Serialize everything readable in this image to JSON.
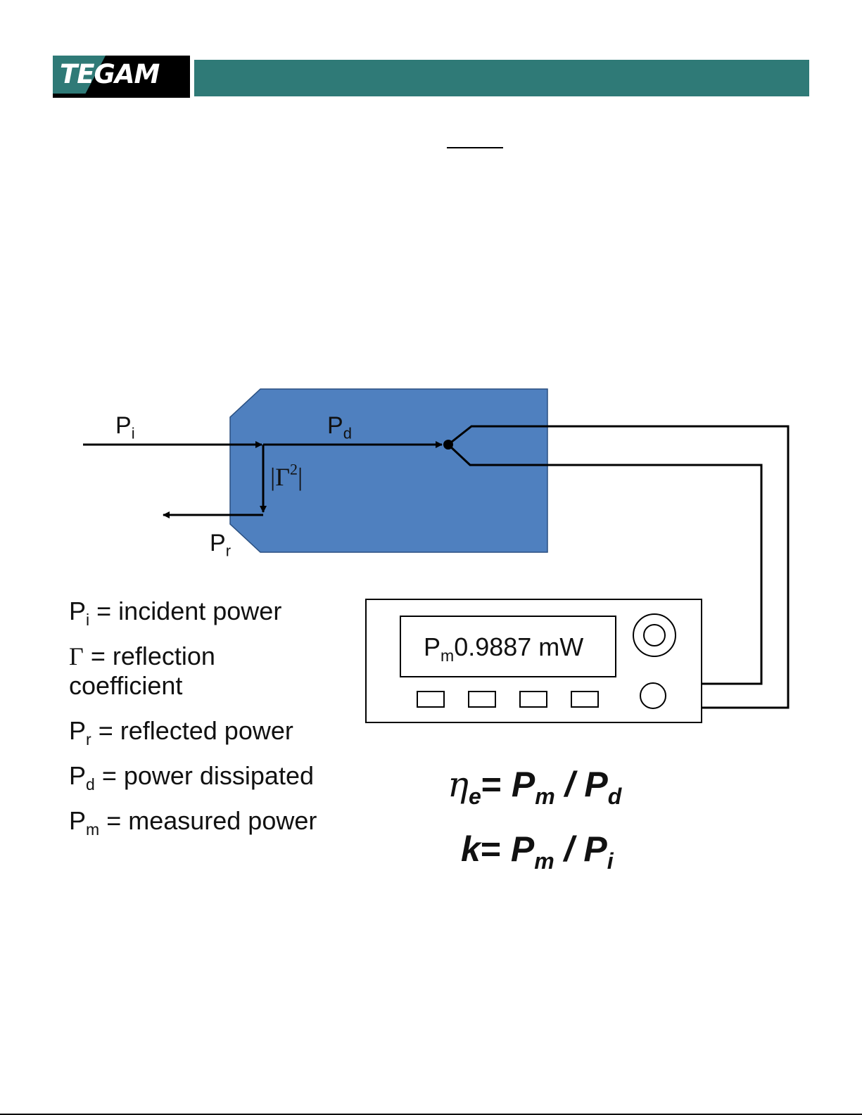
{
  "header": {
    "logo_text": "TEGAM",
    "colors": {
      "brand_teal": "#2f7a77",
      "logo_black": "#000000"
    }
  },
  "diagram": {
    "colors": {
      "sensor_block": "#4f80bf",
      "lines": "#000000"
    },
    "labels": {
      "pi_base": "P",
      "pi_sub": "i",
      "pd_base": "P",
      "pd_sub": "d",
      "pr_base": "P",
      "pr_sub": "r",
      "gamma_left": "|Γ",
      "gamma_sup": "2",
      "gamma_right": "|"
    },
    "meter": {
      "display_base": "P",
      "display_sub": "m",
      "display_value": "0.9887 mW"
    }
  },
  "legend": [
    {
      "base": "P",
      "sub": "i",
      "text": " = incident power"
    },
    {
      "base": "Γ",
      "sub": "",
      "text": " = reflection coefficient"
    },
    {
      "base": "P",
      "sub": "r",
      "text": " = reflected power"
    },
    {
      "base": "P",
      "sub": "d",
      "text": " = power dissipated"
    },
    {
      "base": "P",
      "sub": "m",
      "text": " = measured power"
    }
  ],
  "formulas": {
    "efficiency": {
      "lhs": "η",
      "lhs_sub": "e",
      "eq": "= ",
      "num": "P",
      "num_sub": "m",
      "div": " / ",
      "den": "P",
      "den_sub": "d"
    },
    "cal_factor": {
      "lhs": "k",
      "eq": "= ",
      "num": "P",
      "num_sub": "m",
      "div": " / ",
      "den": "P",
      "den_sub": "i"
    }
  }
}
